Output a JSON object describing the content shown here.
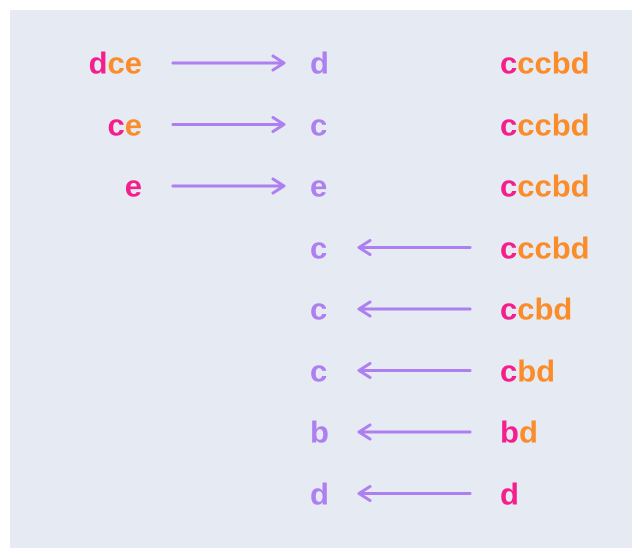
{
  "colors": {
    "background": "#e6ebf3",
    "highlight": "#f41f8c",
    "remaining": "#fb8c2a",
    "output": "#ad7ff0",
    "arrow": "#ad7ff0"
  },
  "rows": [
    {
      "left": {
        "first": "d",
        "rest": "ce"
      },
      "mid": "d",
      "right": {
        "first": "c",
        "rest": "ccbd"
      },
      "arrow": "right"
    },
    {
      "left": {
        "first": "c",
        "rest": "e"
      },
      "mid": "c",
      "right": {
        "first": "c",
        "rest": "ccbd"
      },
      "arrow": "right"
    },
    {
      "left": {
        "first": "e",
        "rest": ""
      },
      "mid": "e",
      "right": {
        "first": "c",
        "rest": "ccbd"
      },
      "arrow": "right"
    },
    {
      "left": {
        "first": "",
        "rest": ""
      },
      "mid": "c",
      "right": {
        "first": "c",
        "rest": "ccbd"
      },
      "arrow": "left"
    },
    {
      "left": {
        "first": "",
        "rest": ""
      },
      "mid": "c",
      "right": {
        "first": "c",
        "rest": "cbd"
      },
      "arrow": "left"
    },
    {
      "left": {
        "first": "",
        "rest": ""
      },
      "mid": "c",
      "right": {
        "first": "c",
        "rest": "bd"
      },
      "arrow": "left"
    },
    {
      "left": {
        "first": "",
        "rest": ""
      },
      "mid": "b",
      "right": {
        "first": "b",
        "rest": "d"
      },
      "arrow": "left"
    },
    {
      "left": {
        "first": "",
        "rest": ""
      },
      "mid": "d",
      "right": {
        "first": "d",
        "rest": ""
      },
      "arrow": "left"
    }
  ]
}
